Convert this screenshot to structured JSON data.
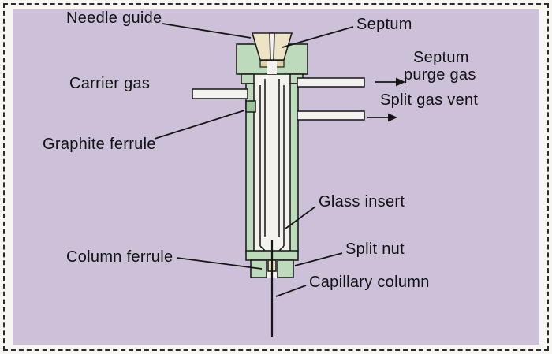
{
  "figure": {
    "type": "diagram",
    "subject": "Gas chromatography split/splitless injector cross-section",
    "labels": {
      "needle_guide": "Needle guide",
      "septum": "Septum",
      "carrier_gas": "Carrier gas",
      "septum_purge_line1": "Septum",
      "septum_purge_line2": "purge gas",
      "split_gas_vent": "Split gas vent",
      "graphite_ferrule": "Graphite ferrule",
      "glass_insert": "Glass insert",
      "column_ferrule": "Column ferrule",
      "split_nut": "Split nut",
      "capillary_column": "Capillary column"
    },
    "icons": {
      "flow_arrow": "→"
    },
    "colors": {
      "panel_background": "#cdc1d9",
      "frame_background": "#f7f6f3",
      "frame_border": "#2b2b2b",
      "injector_body_fill": "#bedabc",
      "ferrule_dark_fill": "#9cc39a",
      "septum_fill": "#ece4c4",
      "line": "#1f1f1f",
      "text": "#121212"
    }
  }
}
